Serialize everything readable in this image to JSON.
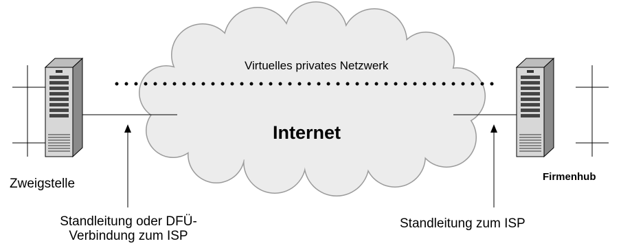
{
  "network": {
    "cloud_label": "Virtuelles privates Netzwerk",
    "internet_label": "Internet"
  },
  "sites": {
    "left": "Zweigstelle",
    "right": "Firmenhub"
  },
  "connections": {
    "left": "Standleitung oder DFÜ-Verbindung zum ISP",
    "right": "Standleitung zum ISP"
  },
  "colors": {
    "cloud_fill": "#ececec",
    "cloud_stroke": "#9a9a9a",
    "line": "#000000"
  }
}
